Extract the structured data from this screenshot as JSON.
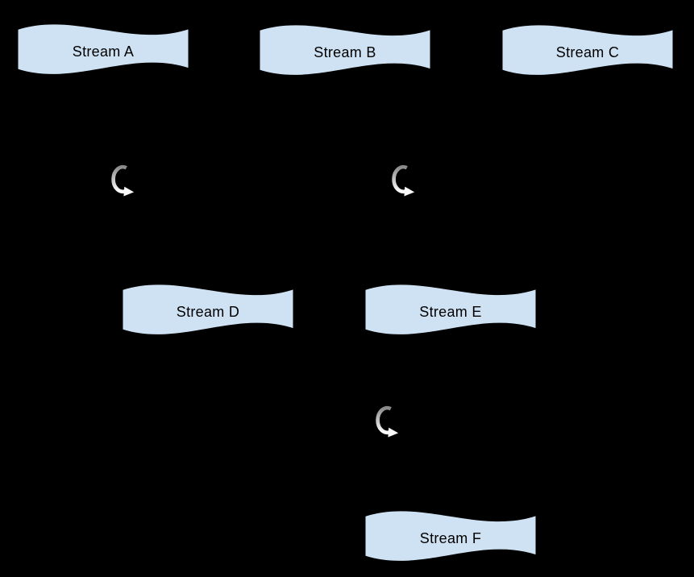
{
  "diagram": {
    "background_color": "#000000",
    "node_fill_color": "#cfe2f3",
    "node_stroke_color": "#000000",
    "node_shape": "wave",
    "nodes": [
      {
        "id": "stream-a",
        "label": "Stream A"
      },
      {
        "id": "stream-b",
        "label": "Stream B"
      },
      {
        "id": "stream-c",
        "label": "Stream C"
      },
      {
        "id": "stream-d",
        "label": "Stream D"
      },
      {
        "id": "stream-e",
        "label": "Stream E"
      },
      {
        "id": "stream-f",
        "label": "Stream F"
      }
    ],
    "icons": [
      {
        "name": "loop-arrow-icon",
        "gradient_top": "#8a8a8a",
        "gradient_bottom": "#ffffff"
      },
      {
        "name": "loop-arrow-icon",
        "gradient_top": "#8a8a8a",
        "gradient_bottom": "#ffffff"
      },
      {
        "name": "loop-arrow-icon",
        "gradient_top": "#8a8a8a",
        "gradient_bottom": "#ffffff"
      }
    ]
  }
}
